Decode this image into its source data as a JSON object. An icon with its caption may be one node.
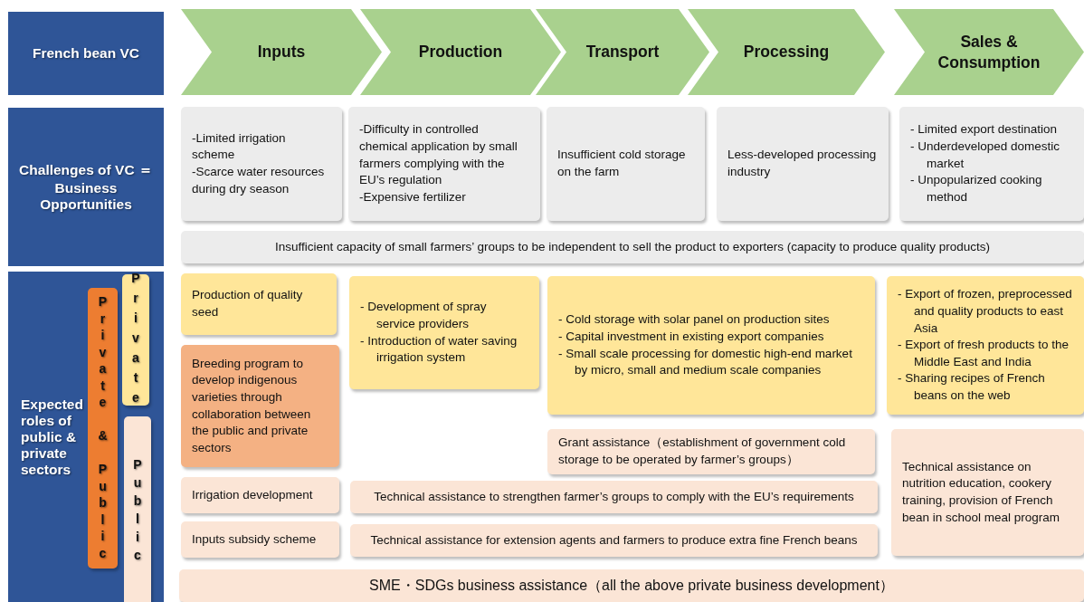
{
  "diagram": {
    "nodes": [
      {
        "text": [
          "French bean VC"
        ]
      },
      {
        "text": [
          "Inputs"
        ]
      },
      {
        "text": [
          "Production"
        ]
      },
      {
        "text": [
          "Transport"
        ]
      },
      {
        "text": [
          "Processing"
        ]
      },
      {
        "text": [
          "Sales & Consumption"
        ]
      },
      {
        "text": [
          "Challenges of VC ＝Business Opportunities"
        ]
      },
      {
        "text": [
          "-Limited irrigation scheme",
          "-Scarce water resources during dry season"
        ]
      },
      {
        "text": [
          "-Difficulty in controlled chemical  application by small farmers complying with the EU’s regulation",
          "-Expensive fertilizer"
        ]
      },
      {
        "text": [
          "Insufficient cold storage on the farm"
        ]
      },
      {
        "text": [
          "Less-developed processing industry"
        ]
      },
      {
        "text": [
          "- Limited export destination",
          "- Underdeveloped domestic market",
          "- Unpopularized cooking method"
        ]
      },
      {
        "text": [
          "Insufficient capacity of small farmers’ groups to be independent to sell the product to exporters (capacity to produce quality products)"
        ]
      },
      {
        "text": [
          "Expected roles of public & private sectors"
        ]
      },
      {
        "text": [
          "Private & Public"
        ],
        "in": 13
      },
      {
        "text": [
          "Private"
        ],
        "in": 13
      },
      {
        "text": [
          "Public"
        ],
        "in": 13
      },
      {
        "text": [
          "Production of quality seed"
        ]
      },
      {
        "text": [
          "Breeding program to develop indigenous varieties through collaboration between the public and private sectors"
        ]
      },
      {
        "text": [
          "- Development of spray service providers",
          "- Introduction of water saving irrigation system"
        ]
      },
      {
        "text": [
          "- Cold storage with solar panel on production sites",
          "- Capital investment in existing export companies",
          "- Small scale processing for domestic high-end market by micro, small and medium scale companies"
        ]
      },
      {
        "text": [
          "- Export of frozen, preprocessed and quality products to east Asia",
          "- Export of fresh products to the Middle East and India",
          "- Sharing recipes of French beans on the web"
        ]
      },
      {
        "text": [
          "Grant assistance（establishment of government cold storage to be operated by farmer’s groups）"
        ]
      },
      {
        "text": [
          "Technical assistance on nutrition education, cookery training, provision of French bean in school meal program"
        ]
      },
      {
        "text": [
          "Irrigation development"
        ]
      },
      {
        "text": [
          "Technical assistance to strengthen farmer’s groups to comply with the EU’s requirements"
        ]
      },
      {
        "text": [
          "Inputs subsidy scheme"
        ]
      },
      {
        "text": [
          "Technical assistance for extension agents and farmers to produce extra fine French beans"
        ]
      },
      {
        "text": [
          "SME・SDGs business assistance（all the above private business development）"
        ]
      }
    ]
  }
}
